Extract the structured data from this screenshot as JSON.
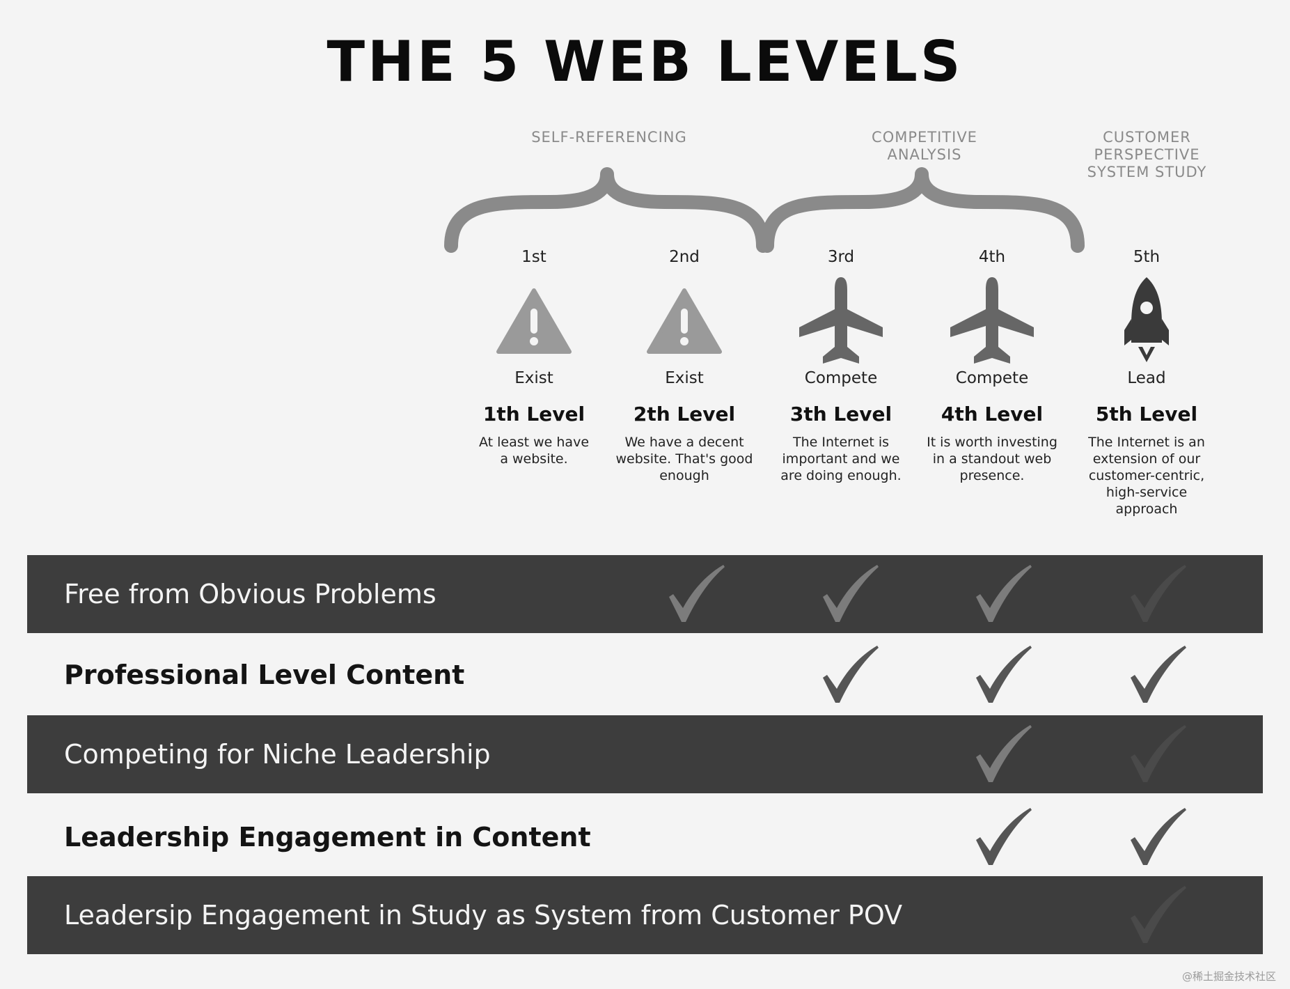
{
  "title": "THE 5 WEB LEVELS",
  "categories": [
    {
      "name": "self-referencing",
      "lines": [
        "SELF-REFERENCING"
      ]
    },
    {
      "name": "competitive-analysis",
      "lines": [
        "COMPETITIVE",
        "ANALYSIS"
      ]
    },
    {
      "name": "customer-perspective",
      "lines": [
        "CUSTOMER",
        "PERSPECTIVE",
        "SYSTEM STUDY"
      ]
    }
  ],
  "levels": [
    {
      "ordinal": "1st",
      "icon": "warning-icon",
      "verb": "Exist",
      "title": "1th Level",
      "desc_lines": [
        "At least we have",
        "a website."
      ]
    },
    {
      "ordinal": "2nd",
      "icon": "warning-icon",
      "verb": "Exist",
      "title": "2th Level",
      "desc_lines": [
        "We have a decent",
        "website. That's good",
        "enough"
      ]
    },
    {
      "ordinal": "3rd",
      "icon": "airplane-icon",
      "verb": "Compete",
      "title": "3th Level",
      "desc_lines": [
        "The Internet is",
        "important and we",
        "are doing enough."
      ]
    },
    {
      "ordinal": "4th",
      "icon": "airplane-icon",
      "verb": "Compete",
      "title": "4th Level",
      "desc_lines": [
        "It is worth investing",
        "in a standout web",
        "presence."
      ]
    },
    {
      "ordinal": "5th",
      "icon": "rocket-icon",
      "verb": "Lead",
      "title": "5th Level",
      "desc_lines": [
        "The Internet is an",
        "extension of our",
        "customer-centric,",
        "high-service",
        "approach"
      ]
    }
  ],
  "rows": [
    {
      "label": "Free from Obvious Problems",
      "dark": true,
      "checks": [
        false,
        true,
        true,
        true,
        true
      ]
    },
    {
      "label": "Professional Level Content",
      "dark": false,
      "checks": [
        false,
        false,
        true,
        true,
        true
      ]
    },
    {
      "label": "Competing for Niche Leadership",
      "dark": true,
      "checks": [
        false,
        false,
        false,
        true,
        true
      ]
    },
    {
      "label": "Leadership Engagement in Content",
      "dark": false,
      "checks": [
        false,
        false,
        false,
        true,
        true
      ]
    },
    {
      "label": "Leadersip Engagement in Study as System from Customer POV",
      "dark": true,
      "checks": [
        false,
        false,
        false,
        false,
        true
      ]
    }
  ],
  "watermark": "@稀土掘金技术社区",
  "colors": {
    "background": "#f4f4f4",
    "dark_row": "#3d3d3d",
    "brace": "#8a8a8a",
    "icon_light": "#9a9a9a",
    "icon_dark": "#666666",
    "rocket": "#3a3a3a"
  }
}
